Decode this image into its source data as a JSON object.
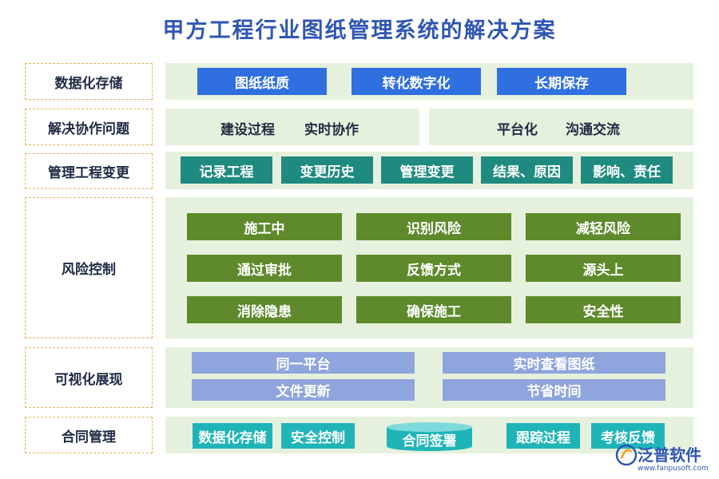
{
  "title": "甲方工程行业图纸管理系统的解决方案",
  "rows": {
    "storage": {
      "label": "数据化存储",
      "items": [
        "图纸纸质",
        "转化数字化",
        "长期保存"
      ]
    },
    "collab": {
      "label": "解决协作问题",
      "left": [
        "建设过程",
        "实时协作"
      ],
      "right": [
        "平台化",
        "沟通交流"
      ]
    },
    "change": {
      "label": "管理工程变更",
      "items": [
        "记录工程",
        "变更历史",
        "管理变更",
        "结果、原因",
        "影响、责任"
      ]
    },
    "risk": {
      "label": "风险控制",
      "items": [
        "施工中",
        "识别风险",
        "减轻风险",
        "通过审批",
        "反馈方式",
        "源头上",
        "消除隐患",
        "确保施工",
        "安全性"
      ]
    },
    "visual": {
      "label": "可视化展现",
      "items": [
        "同一平台",
        "实时查看图纸",
        "文件更新",
        "节省时间"
      ]
    },
    "contract": {
      "label": "合同管理",
      "items": [
        "数据化存储",
        "安全控制",
        "合同签署",
        "跟踪过程",
        "考核反馈"
      ]
    }
  },
  "logo": {
    "brand": "泛普软件",
    "url": "www.fanpusoft.com"
  },
  "colors": {
    "title": "#2f56b4",
    "blue": "#2f6fe0",
    "teal": "#1f8a80",
    "green": "#5e8a2c",
    "lavender": "#8fa5dd",
    "cyan": "#1fb5b8",
    "panel": "#e6f1dd",
    "label_border": "#e2b25e"
  }
}
